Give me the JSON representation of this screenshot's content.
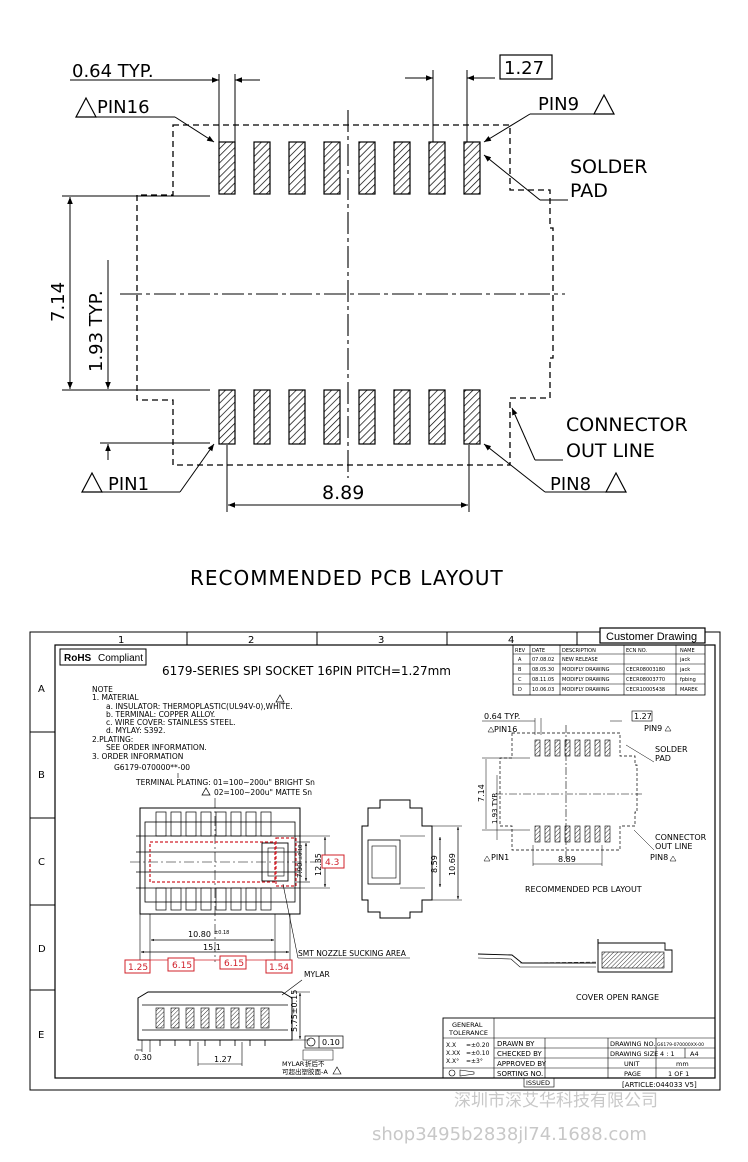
{
  "top": {
    "dims": {
      "typ064": "0.64 TYP.",
      "p127": "1.27",
      "d714": "7.14",
      "d193": "1.93 TYP.",
      "d889": "8.89"
    },
    "labels": {
      "pin16": "PIN16",
      "pin9": "PIN9",
      "pin1": "PIN1",
      "pin8": "PIN8",
      "solder": "SOLDER",
      "pad": "PAD",
      "connector": "CONNECTOR",
      "outline": "OUT LINE"
    },
    "caption": "RECOMMENDED PCB LAYOUT"
  },
  "sheet": {
    "cols": [
      "1",
      "2",
      "3",
      "4"
    ],
    "rows": [
      "A",
      "B",
      "C",
      "D",
      "E"
    ],
    "customer": "Customer Drawing",
    "rohs": "RoHS",
    "compliant": "Compliant",
    "title": "6179-SERIES SPI SOCKET 16PIN PITCH=1.27mm",
    "rev_headers": [
      "REV",
      "DATE",
      "DESCRIPTION",
      "ECN NO.",
      "NAME"
    ],
    "rev_rows": [
      [
        "A",
        "07.08.02",
        "NEW RELEASE",
        "",
        "jack"
      ],
      [
        "B",
        "08.05.30",
        "MODIFLY DRAWING",
        "CECR08003180",
        "jack"
      ],
      [
        "C",
        "08.11.05",
        "MODIFLY DRAWING",
        "CECR08003770",
        "fpbing"
      ],
      [
        "D",
        "10.06.03",
        "MODIFLY DRAWING",
        "CECR10005438",
        "MAREK"
      ]
    ],
    "notes": [
      "NOTE",
      "1. MATERIAL",
      "a. INSULATOR: THERMOPLASTIC(UL94V-0),WHITE.",
      "b. TERMINAL: COPPER ALLOY.",
      "c. WIRE COVER: STAINLESS STEEL.",
      "d. MYLAY: S392.",
      "2.PLATING:",
      "SEE ORDER INFORMATION.",
      "3. ORDER INFORMATION",
      "G6179-070000**-00",
      "TERMINAL PLATING: 01=100~200u\" BRIGHT Sn",
      "02=100~200u\" MATTE Sn"
    ],
    "main_dims": {
      "d43": "4.3",
      "d1235": "12.35",
      "d790": "7.90",
      "d790tol": "±0.18",
      "d1080": "10.80",
      "d1080tol": "±0.18",
      "d151": "15.1",
      "d125": "1.25",
      "d615a": "6.15",
      "d615b": "6.15",
      "d154": "1.54",
      "nozzle": "SMT NOZZLE SUCKING AREA",
      "mylar": "MYLAR",
      "d575": "5.75±0.15",
      "d030": "0.30",
      "d127": "1.27",
      "flat": "0.10",
      "mylar2": "MYLAR",
      "mylar_cn": "折后不",
      "mylar_cn2": "可超出塑胶面-A"
    },
    "side_dims": {
      "d859": "8.59",
      "d1069": "10.69"
    },
    "small": {
      "typ064": "0.64 TYP.",
      "p127": "1.27",
      "pin16": "PIN16",
      "pin9": "PIN9",
      "solder": "SOLDER",
      "pad": "PAD",
      "d714": "7.14",
      "d193": "1.93 TYP.",
      "connector": "CONNECTOR",
      "outline": "OUT LINE",
      "pin1": "PIN1",
      "pin8": "PIN8",
      "d889": "8.89",
      "caption": "RECOMMENDED PCB LAYOUT"
    },
    "cover": "COVER OPEN RANGE",
    "tolerance": {
      "head1": "GENERAL",
      "head2": "TOLERANCE",
      "x1": "X.X",
      "v1": "=±0.20",
      "x2": "X.XX",
      "v2": "=±0.10",
      "x3": "X.X°",
      "v3": "=±3°"
    },
    "titleblock": {
      "drawn": "DRAWN BY",
      "checked": "CHECKED BY",
      "approved": "APPROVED BY",
      "sorting": "SORTING NO.",
      "drawing_no_label": "DRAWING NO.",
      "drawing_no": "G6179-070000XX-00",
      "size_label": "DRAWING SIZE",
      "scale": "4 : 1",
      "size": "A4",
      "unit_label": "UNIT",
      "unit": "mm",
      "page_label": "PAGE",
      "page": "1 OF 1",
      "issued": "ISSUED",
      "article": "[ARTICLE:044033 V5]"
    }
  },
  "watermark": {
    "line1": "深圳市深艾华科技有限公司",
    "line2": "shop3495b2838jl74.1688.com"
  }
}
